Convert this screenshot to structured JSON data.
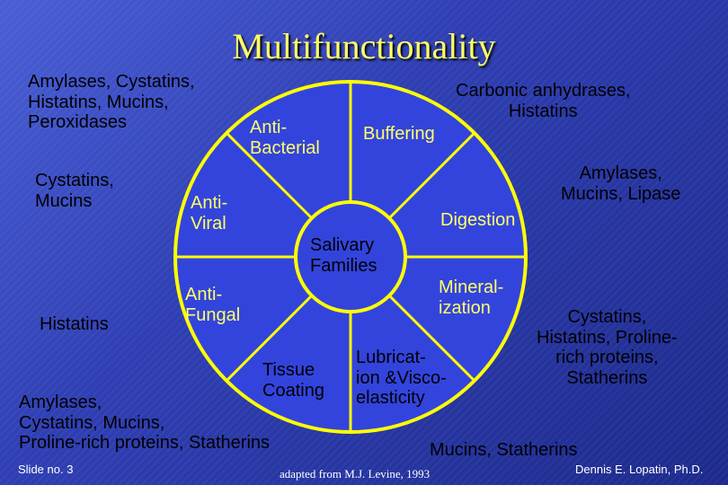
{
  "title": "Multifunctionality",
  "center": "Salivary\nFamilies",
  "sectors": {
    "antibacterial": "Anti-\nBacterial",
    "buffering": "Buffering",
    "digestion": "Digestion",
    "mineralization": "Mineral-\nization",
    "lubrication": "Lubricat-\nion &Visco-\nelasticity",
    "tissue_coating": "Tissue\nCoating",
    "antifungal": "Anti-\nFungal",
    "antiviral": "Anti-\nViral"
  },
  "families": {
    "antibacterial": "Amylases, Cystatins,\nHistatins, Mucins,\nPeroxidases",
    "antiviral": "Cystatins,\nMucins",
    "antifungal": "Histatins",
    "tissue_coating": "Amylases,\nCystatins, Mucins,\nProline-rich proteins, Statherins",
    "buffering": "Carbonic anhydrases,\nHistatins",
    "digestion": "Amylases,\nMucins, Lipase",
    "mineralization": "Cystatins,\nHistatins, Proline-\nrich proteins,\nStatherins",
    "lubrication": "Mucins, Statherins"
  },
  "footer": {
    "slide": "Slide no. 3",
    "source": "adapted from M.J. Levine, 1993",
    "author": "Dennis E. Lopatin, Ph.D."
  },
  "colors": {
    "wheel_fill": "#3344dd",
    "wheel_stroke": "#ffff00",
    "yellow_text": "#ffff66"
  }
}
